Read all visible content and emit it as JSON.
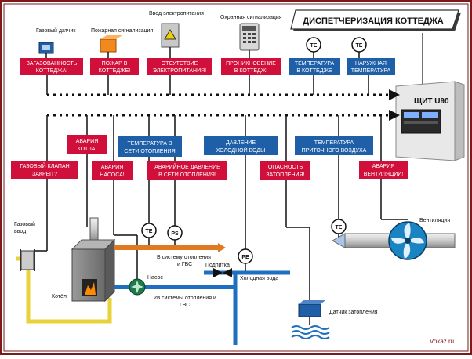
{
  "title": "ДИСПЕТЧЕРИЗАЦИЯ КОТТЕДЖА",
  "panel": {
    "label": "ЩИТ U90"
  },
  "devices": {
    "gas_sensor": "Газовый датчик",
    "fire_alarm": "Пожарная сигнализация",
    "power_input": "Ввод электропитания",
    "security_alarm": "Охранная сигнализация",
    "gas_input": [
      "Газовый",
      "ввод"
    ],
    "boiler": "Котёл",
    "pump": "Насос",
    "makeup": "Подпитка",
    "cold_water": "Холодная вода",
    "to_heating": [
      "В систему отопления",
      "и ГВС"
    ],
    "from_heating": [
      "Из системы отопления и",
      "ГВС"
    ],
    "flood_sensor": "Датчик затопления",
    "ventilation": "Вентиляция"
  },
  "top_alerts": {
    "gas": [
      "ЗАГАЗОВАННОСТЬ",
      "КОТТЕДЖА!"
    ],
    "fire": [
      "ПОЖАР В",
      "КОТТЕДЖЕ!"
    ],
    "power": [
      "ОТСУТСТВИЕ",
      "ЭЛЕКТРОПИТАНИЯ!"
    ],
    "intrusion": [
      "ПРОНИКНОВЕНИЕ",
      "В КОТТЕДЖ!"
    ]
  },
  "top_info": {
    "temp_house": [
      "ТЕМПЕРАТУРА",
      "В КОТТЕДЖЕ"
    ],
    "temp_outside": [
      "НАРУЖНАЯ",
      "ТЕМПЕРАТУРА"
    ]
  },
  "lower_alerts": {
    "gas_valve": [
      "ГАЗОВЫЙ КЛАПАН",
      "ЗАКРЫТ?"
    ],
    "boiler_fail": [
      "АВАРИЯ",
      "КОТЛА!"
    ],
    "pump_fail": [
      "АВАРИЯ",
      "НАСОСА!"
    ],
    "pressure_fail": [
      "АВАРИЙНОЕ ДАВЛЕНИЕ",
      "В СЕТИ ОТОПЛЕНИЯ!"
    ],
    "flood": [
      "ОПАСНОСТЬ",
      "ЗАТОПЛЕНИЯ!"
    ],
    "vent_fail": [
      "АВАРИЯ",
      "ВЕНТИЛЯЦИИ!"
    ]
  },
  "lower_info": {
    "temp_heating": [
      "ТЕМПЕРАТУРА В",
      "СЕТИ ОТОПЛЕНИЯ"
    ],
    "pressure_cold": [
      "ДАВЛЕНИЕ",
      "ХОЛОДНОЙ ВОДЫ"
    ],
    "temp_supply": [
      "ТЕМПЕРАТУРА",
      "ПРИТОЧНОГО ВОЗДУХА"
    ]
  },
  "sensor_tags": {
    "te": "TE",
    "ps": "PS",
    "pe": "PE"
  },
  "watermark": "Vokaz.ru",
  "colors": {
    "alert": "#d0103a",
    "info": "#1f5fa8",
    "pipe_gas": "#e8d23a",
    "pipe_hot": "#e07a20",
    "pipe_water": "#1e6fc0",
    "frame": "#7a1a1a"
  }
}
